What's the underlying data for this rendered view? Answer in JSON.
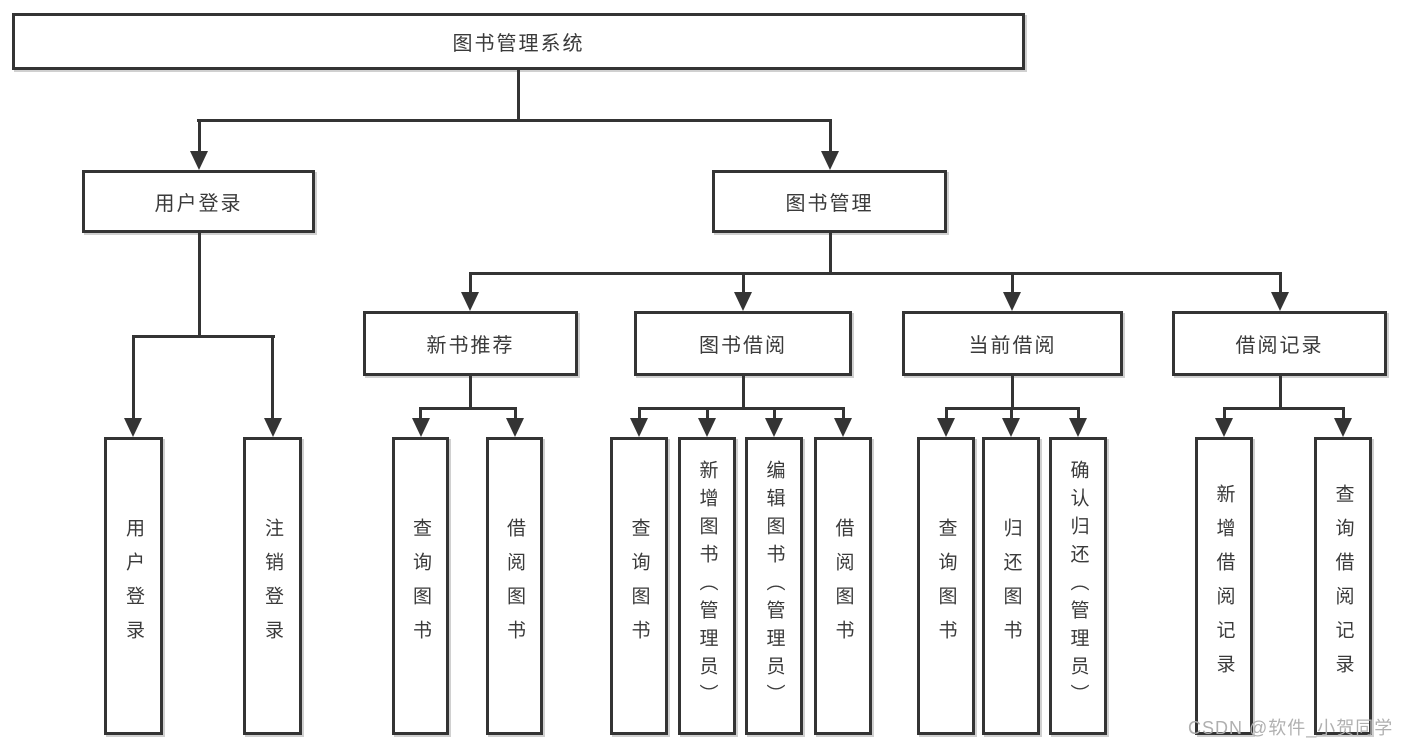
{
  "tree": {
    "label": "图书管理系统",
    "children": [
      {
        "label": "用户登录",
        "children": [
          {
            "label": "用户登录"
          },
          {
            "label": "注销登录"
          }
        ]
      },
      {
        "label": "图书管理",
        "children": [
          {
            "label": "新书推荐",
            "children": [
              {
                "label": "查询图书"
              },
              {
                "label": "借阅图书"
              }
            ]
          },
          {
            "label": "图书借阅",
            "children": [
              {
                "label": "查询图书"
              },
              {
                "label": "新增图书（管理员）"
              },
              {
                "label": "编辑图书（管理员）"
              },
              {
                "label": "借阅图书"
              }
            ]
          },
          {
            "label": "当前借阅",
            "children": [
              {
                "label": "查询图书"
              },
              {
                "label": "归还图书"
              },
              {
                "label": "确认归还（管理员）"
              }
            ]
          },
          {
            "label": "借阅记录",
            "children": [
              {
                "label": "新增借阅记录"
              },
              {
                "label": "查询借阅记录"
              }
            ]
          }
        ]
      }
    ]
  },
  "watermark": {
    "text": "CSDN @软件_小贺同学"
  },
  "colors": {
    "line": "#343434",
    "box_fill": "#ffffff",
    "text": "#3a3a3a",
    "watermark": "#b0b0b0",
    "background": "#ffffff"
  }
}
